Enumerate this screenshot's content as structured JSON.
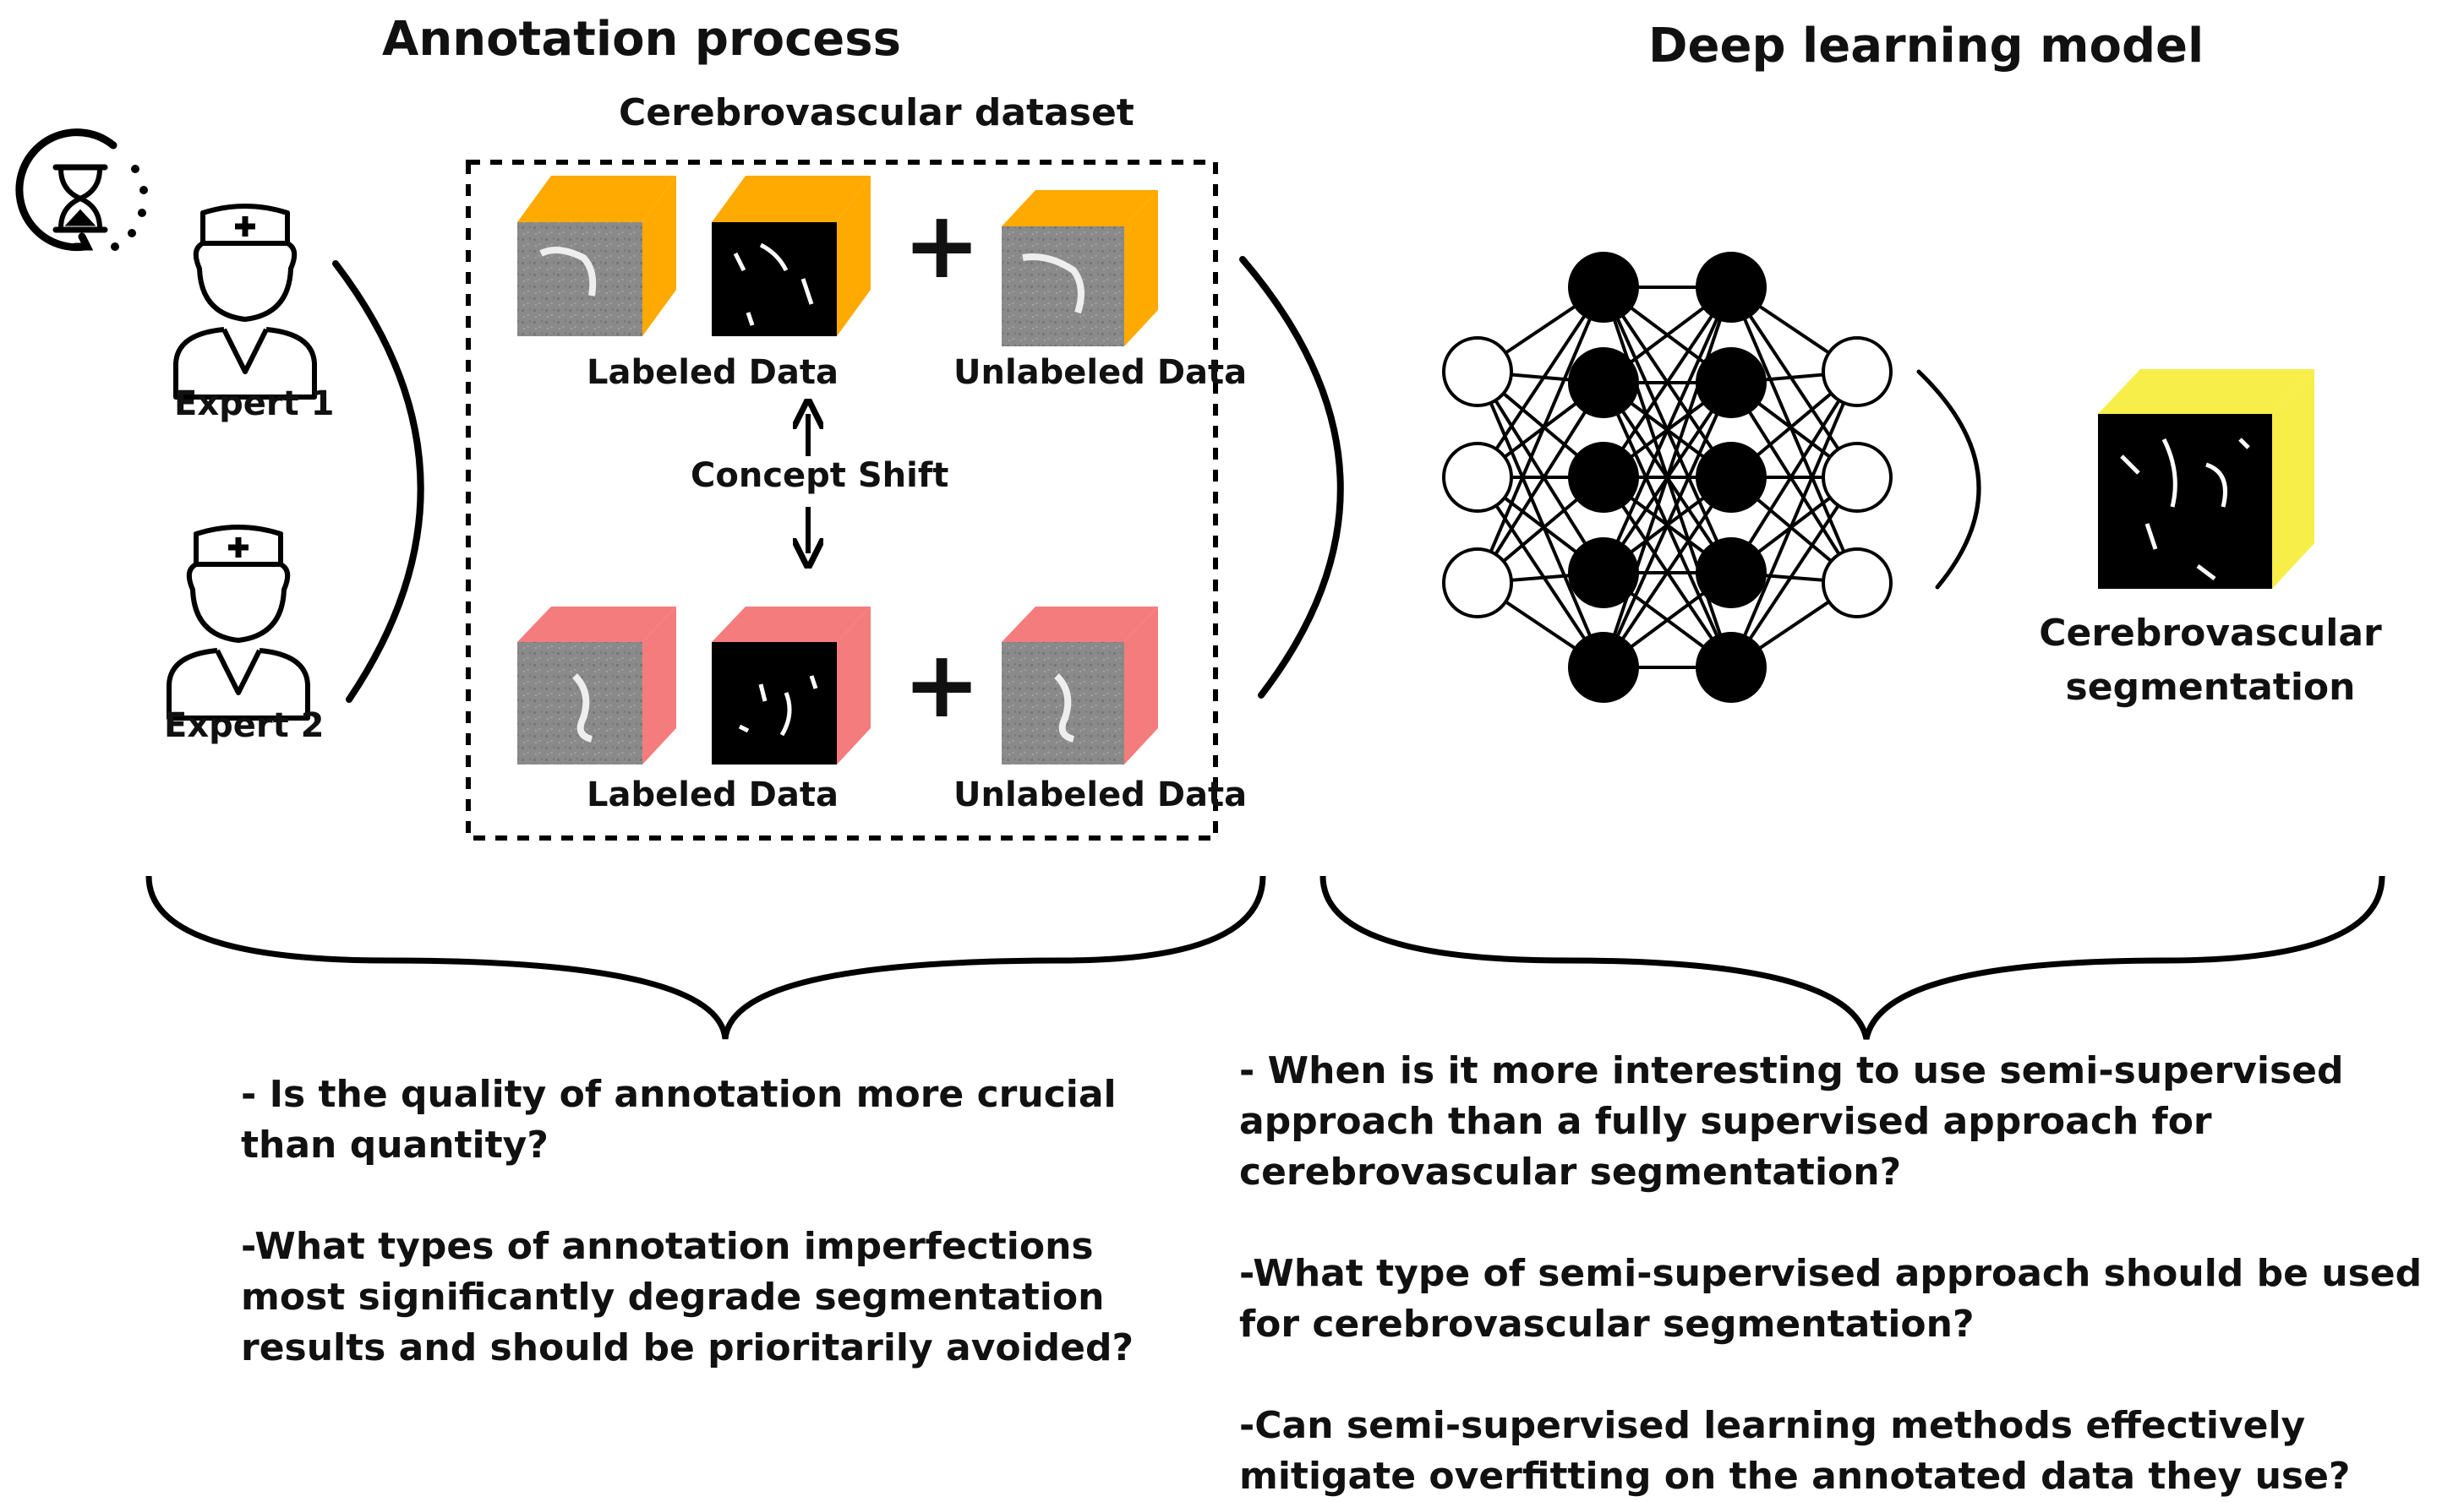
{
  "annotation": {
    "title": "Annotation process",
    "dataset_title": "Cerebrovascular dataset",
    "expert1": "Expert 1",
    "expert2": "Expert 2",
    "labeled": "Labeled Data",
    "unlabeled": "Unlabeled Data",
    "concept_shift": "Concept Shift",
    "plus": "+",
    "cube_colors": {
      "top_row": "#FFAA00",
      "bottom_row": "#F47C7C"
    }
  },
  "model": {
    "title": "Deep learning model",
    "output_line1": "Cerebrovascular",
    "output_line2": "segmentation",
    "output_color": "#F7EE4A"
  },
  "questions_left": [
    "- Is the quality of annotation more crucial than quantity?",
    "-What types of annotation imperfections most significantly degrade segmentation results and should be prioritarily avoided?"
  ],
  "questions_right": [
    "- When is it more interesting to use semi-supervised approach than a fully supervised approach for cerebrovascular segmentation?",
    "-What type of semi-supervised approach should be used for cerebrovascular segmentation?",
    "-Can semi-supervised learning methods effectively mitigate overfitting on the annotated data they use?"
  ]
}
